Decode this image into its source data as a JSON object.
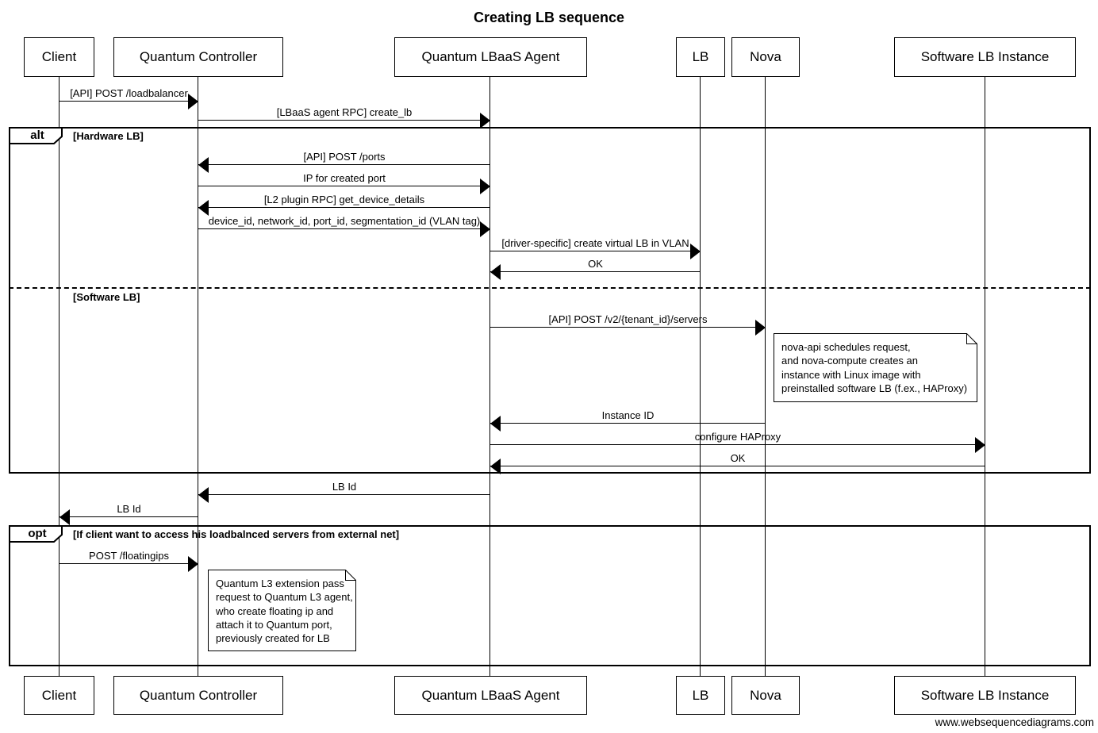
{
  "title": "Creating LB sequence",
  "footer": "www.websequencediagrams.com",
  "participants": [
    {
      "label": "Client"
    },
    {
      "label": "Quantum Controller"
    },
    {
      "label": "Quantum LBaaS Agent"
    },
    {
      "label": "LB"
    },
    {
      "label": "Nova"
    },
    {
      "label": "Software LB Instance"
    }
  ],
  "fragments": {
    "alt": {
      "operator": "alt",
      "conditions": [
        "[Hardware LB]",
        "[Software LB]"
      ]
    },
    "opt": {
      "operator": "opt",
      "condition": "[If client want to access his loadbalnced servers from external net]"
    }
  },
  "messages": [
    {
      "label": "[API] POST /loadbalancer",
      "from": "Client",
      "to": "Quantum Controller"
    },
    {
      "label": "[LBaaS agent RPC] create_lb",
      "from": "Quantum Controller",
      "to": "Quantum LBaaS Agent"
    },
    {
      "label": "[API] POST /ports",
      "from": "Quantum LBaaS Agent",
      "to": "Quantum Controller"
    },
    {
      "label": "IP for created port",
      "from": "Quantum Controller",
      "to": "Quantum LBaaS Agent"
    },
    {
      "label": "[L2 plugin RPC] get_device_details",
      "from": "Quantum LBaaS Agent",
      "to": "Quantum Controller"
    },
    {
      "label": "device_id, network_id, port_id, segmentation_id (VLAN tag)",
      "from": "Quantum Controller",
      "to": "Quantum LBaaS Agent"
    },
    {
      "label": "[driver-specific] create virtual LB in VLAN",
      "from": "Quantum LBaaS Agent",
      "to": "LB"
    },
    {
      "label": "OK",
      "from": "LB",
      "to": "Quantum LBaaS Agent"
    },
    {
      "label": "[API] POST /v2/{tenant_id}/servers",
      "from": "Quantum LBaaS Agent",
      "to": "Nova"
    },
    {
      "label": "Instance ID",
      "from": "Nova",
      "to": "Quantum LBaaS Agent"
    },
    {
      "label": "configure HAProxy",
      "from": "Quantum LBaaS Agent",
      "to": "Software LB Instance"
    },
    {
      "label": "OK",
      "from": "Software LB Instance",
      "to": "Quantum LBaaS Agent"
    },
    {
      "label": "LB Id",
      "from": "Quantum LBaaS Agent",
      "to": "Quantum Controller"
    },
    {
      "label": "LB Id",
      "from": "Quantum Controller",
      "to": "Client"
    },
    {
      "label": "POST /floatingips",
      "from": "Client",
      "to": "Quantum Controller"
    }
  ],
  "notes": [
    {
      "lines": [
        "nova-api schedules request,",
        "and nova-compute creates an",
        "instance with Linux image with",
        "preinstalled software LB (f.ex., HAProxy)"
      ]
    },
    {
      "lines": [
        "Quantum L3 extension pass",
        "request to Quantum L3 agent,",
        "who create floating ip and",
        "attach it to Quantum port,",
        "previously created for LB"
      ]
    }
  ],
  "colors": {
    "line": "#000000",
    "background": "#ffffff"
  }
}
